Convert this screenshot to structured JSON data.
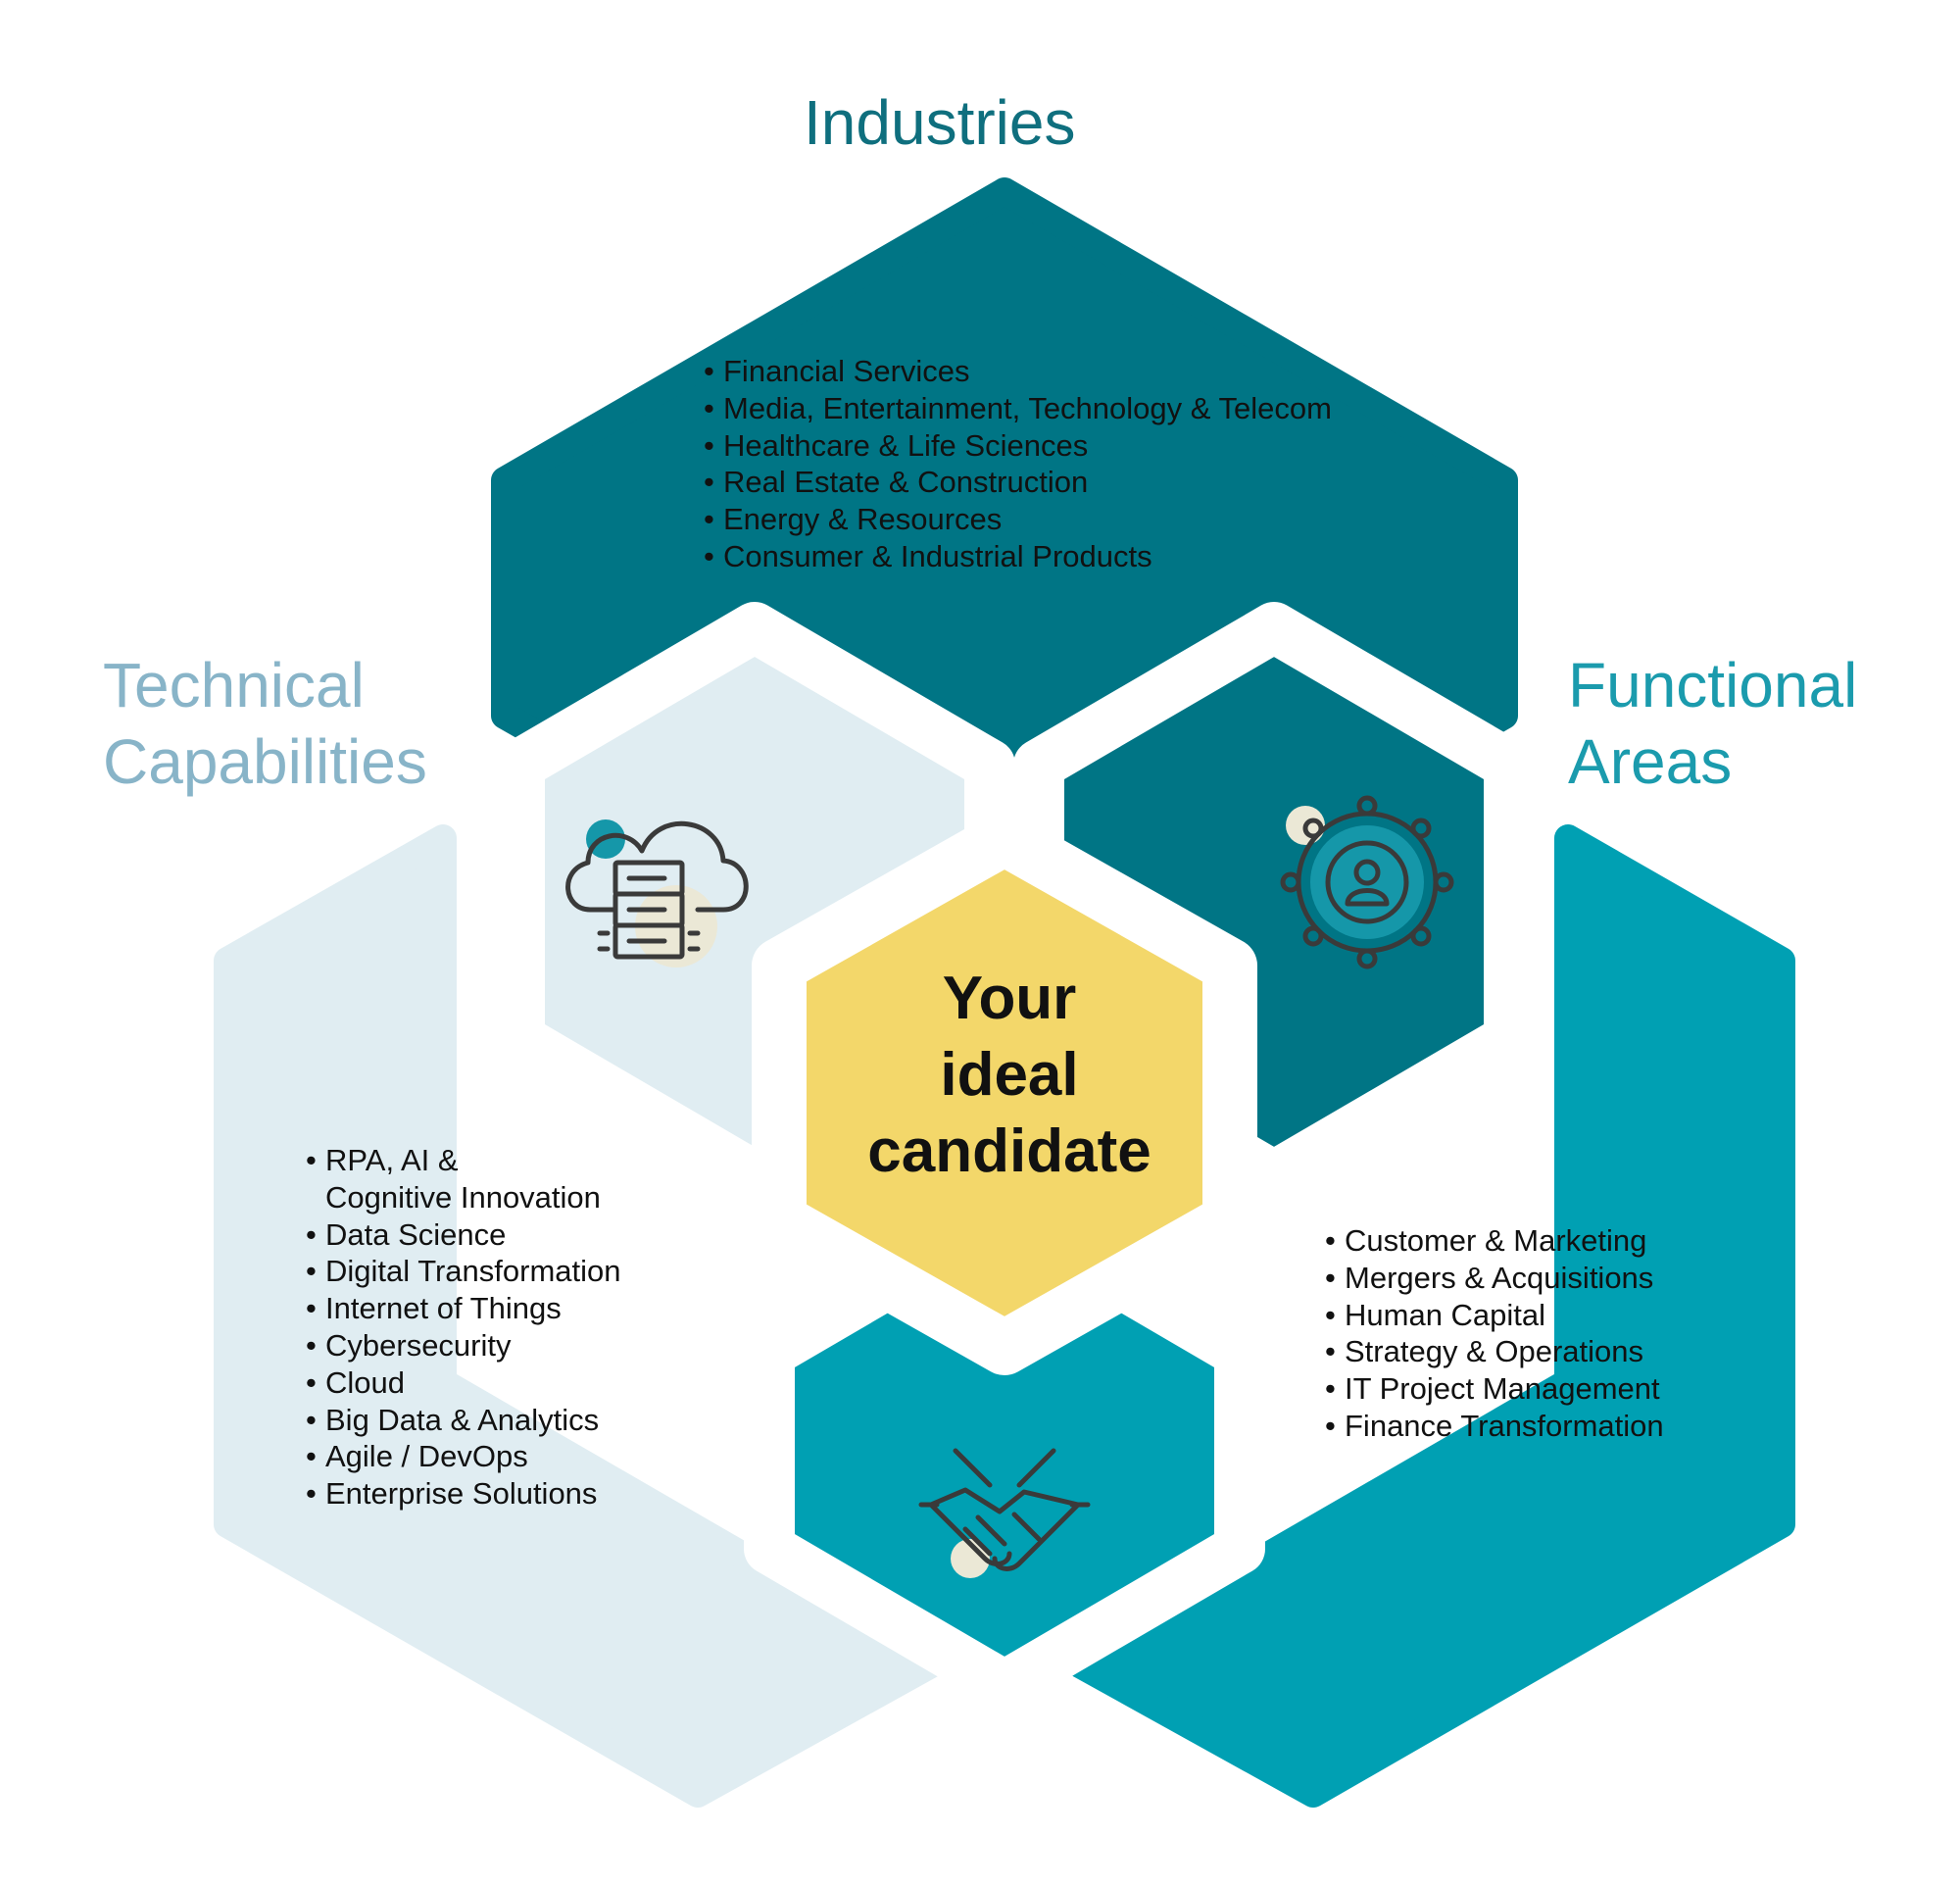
{
  "colors": {
    "industries": "#007585",
    "functional": "#00a0b3",
    "technical": "#e0edf2",
    "center": "#f3d76a",
    "heading_industries": "#0f6f7e",
    "heading_technical": "#88b4c8",
    "heading_functional": "#1b9bad",
    "icon_stroke": "#3a3a3a",
    "icon_accent_teal": "#1597a9",
    "icon_accent_beige": "#ebe8d6"
  },
  "headings": {
    "industries": "Industries",
    "technical": [
      "Technical",
      "Capabilities"
    ],
    "functional": [
      "Functional",
      "Areas"
    ]
  },
  "center": {
    "lines": [
      "Your",
      "ideal",
      "candidate"
    ]
  },
  "industries": {
    "items": [
      "Financial Services",
      "Media, Entertainment, Technology & Telecom",
      "Healthcare & Life Sciences",
      "Real Estate & Construction",
      "Energy & Resources",
      "Consumer & Industrial Products"
    ]
  },
  "technical": {
    "items": [
      "RPA, AI &",
      "Cognitive Innovation",
      "Data Science",
      "Digital Transformation",
      "Internet of Things",
      "Cybersecurity",
      "Cloud",
      "Big Data & Analytics",
      "Agile / DevOps",
      "Enterprise Solutions"
    ]
  },
  "functional": {
    "items": [
      "Customer & Marketing",
      "Mergers & Acquisitions",
      "Human Capital",
      "Strategy & Operations",
      "IT Project Management",
      "Finance Transformation"
    ]
  },
  "icons": {
    "technical": "cloud-server-icon",
    "functional": "people-network-icon",
    "handshake": "handshake-icon"
  }
}
